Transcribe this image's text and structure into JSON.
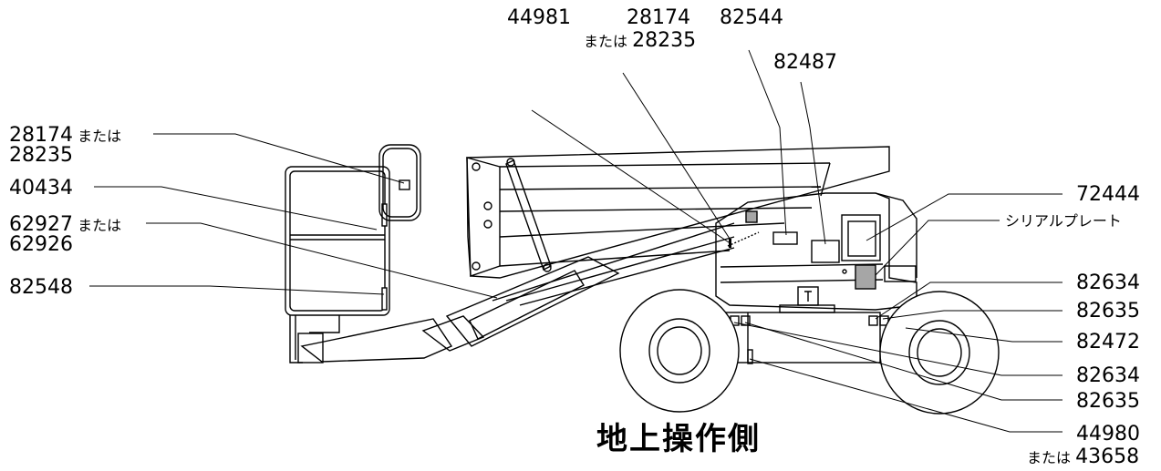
{
  "labels": {
    "l1_num": "28174",
    "l1_word": "または",
    "l1_num2": "28235",
    "l2": "40434",
    "l3_num": "62927",
    "l3_word": "または",
    "l3_num2": "62926",
    "l4": "82548",
    "t1": "44981",
    "t2_num": "28174",
    "t2_word": "または",
    "t2_num2": "28235",
    "t3": "82544",
    "t4": "82487",
    "r1": "72444",
    "r2": "シリアルプレート",
    "r3": "82634",
    "r4": "82635",
    "r5": "82472",
    "r6": "82634",
    "r7": "82635",
    "r8_num": "44980",
    "r8_word": "または",
    "r8_num2": "43658"
  },
  "caption": "地上操作側",
  "colors": {
    "line": "#000000",
    "decal_fill": "#a6a6a6"
  }
}
